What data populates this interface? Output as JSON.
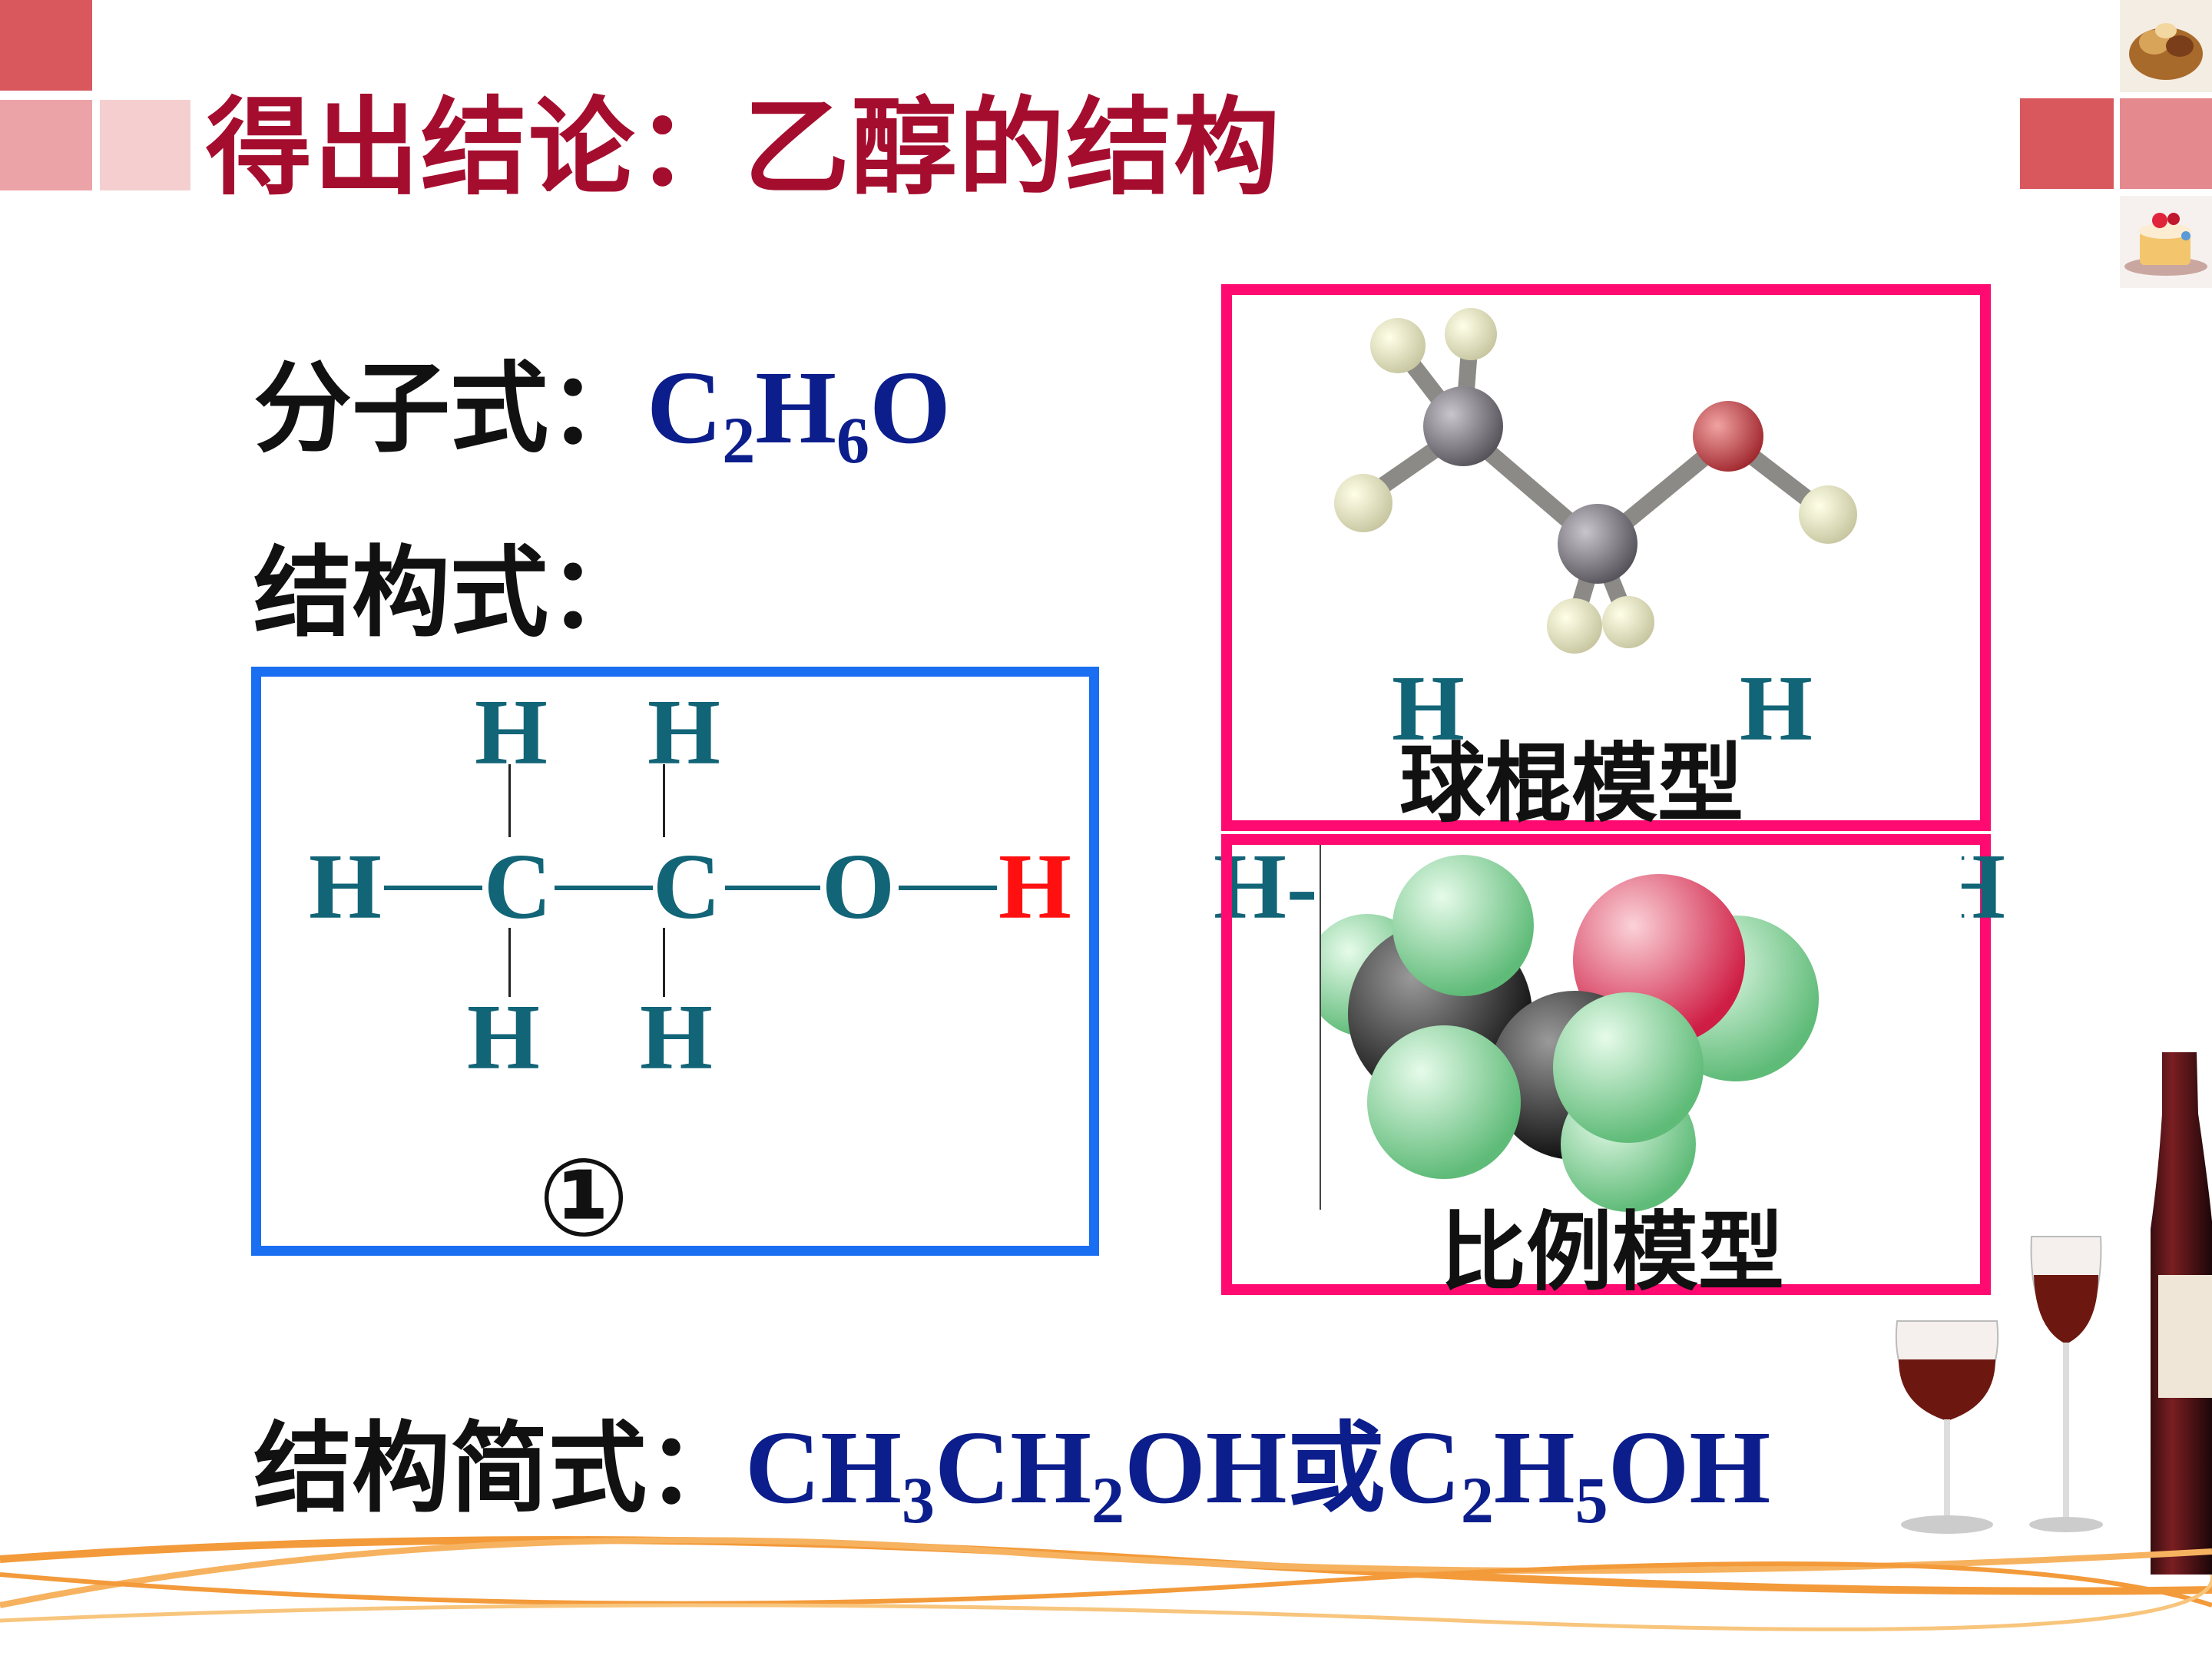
{
  "title": "得出结论：乙醇的结构",
  "molecular_formula": {
    "label": "分子式：",
    "parts": [
      "C",
      "2",
      "H",
      "6",
      "O"
    ]
  },
  "structural_formula": {
    "label": "结构式：",
    "atoms": {
      "top_h1": "H",
      "top_h2": "H",
      "left_h": "H",
      "c1": "C",
      "c2": "C",
      "o": "O",
      "right_h": "H",
      "bottom_h1": "H",
      "bottom_h2": "H"
    },
    "number": "①",
    "hydroxyl_h_color": "#ff1010",
    "atom_color": "#126477"
  },
  "models": {
    "ball_stick_label": "球棍模型",
    "space_fill_label": "比例模型",
    "partial_atoms": {
      "h_top_left": "H",
      "h_top_right": "H",
      "h_mid_left": "H-",
      "h_mid_right": "H"
    }
  },
  "condensed_formula": {
    "label": "结构简式：",
    "part1": [
      "CH",
      "3",
      "CH",
      "2",
      "OH"
    ],
    "connector": "或",
    "part2": [
      "C",
      "2",
      "H",
      "5",
      "OH"
    ]
  },
  "colors": {
    "title": "#a50d2e",
    "formula": "#0c1d8c",
    "blue_box": "#1a6ef2",
    "pink_box": "#ff0a70",
    "deco_square": "#d9585e",
    "wave": "#f39a3a"
  }
}
